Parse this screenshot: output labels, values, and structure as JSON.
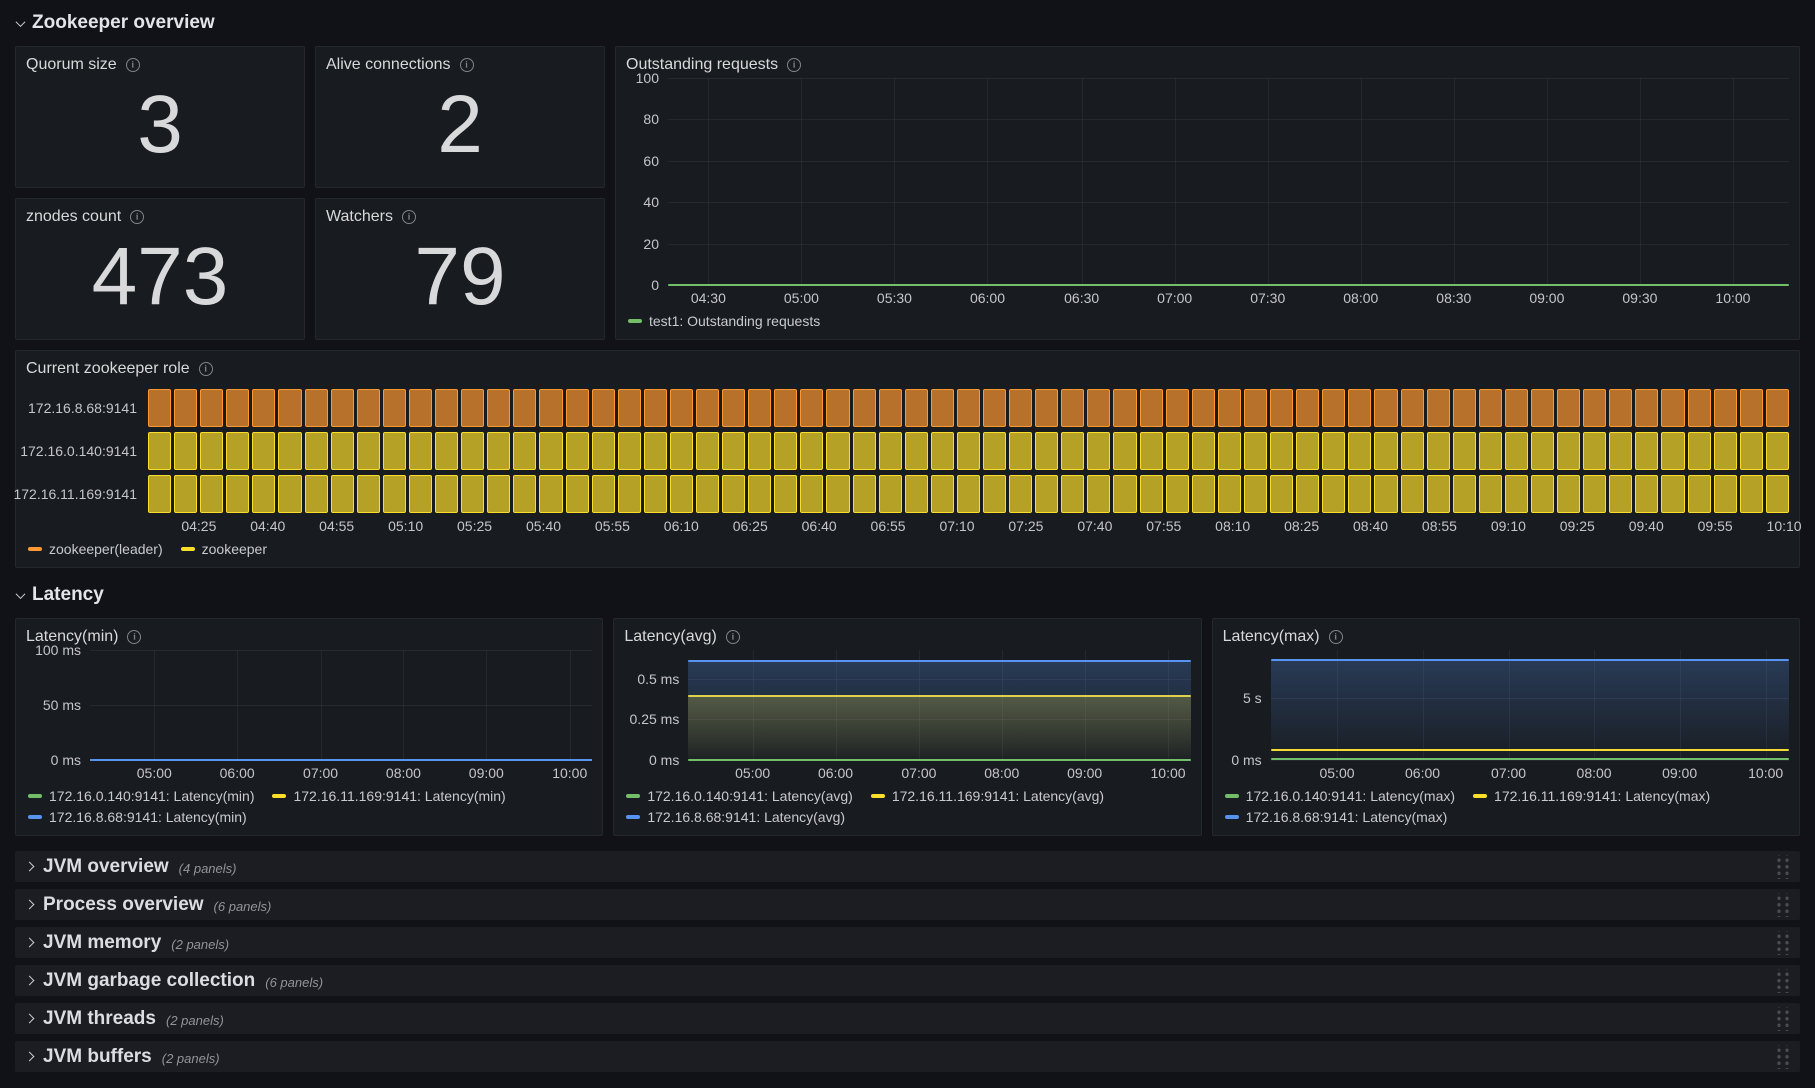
{
  "sections": {
    "zookeeper_overview": {
      "label": "Zookeeper overview"
    },
    "latency": {
      "label": "Latency"
    }
  },
  "colors": {
    "green": "#73BF69",
    "yellow": "#FADE2A",
    "blue": "#5794F2",
    "orange": "#FF9830",
    "panel_bg": "#181b1f",
    "page_bg": "#111217"
  },
  "stats": [
    {
      "title": "Quorum size",
      "value": "3"
    },
    {
      "title": "Alive connections",
      "value": "2"
    },
    {
      "title": "znodes count",
      "value": "473"
    },
    {
      "title": "Watchers",
      "value": "79"
    }
  ],
  "chart_data": [
    {
      "type": "line",
      "title": "Outstanding requests",
      "axis_width": 42,
      "ylim": [
        0,
        100
      ],
      "ylabel": "",
      "grid": true,
      "legend_position": "bottom",
      "y_ticks": [
        {
          "v": 0,
          "label": "0"
        },
        {
          "v": 20,
          "label": "20"
        },
        {
          "v": 40,
          "label": "40"
        },
        {
          "v": 60,
          "label": "60"
        },
        {
          "v": 80,
          "label": "80"
        },
        {
          "v": 100,
          "label": "100"
        }
      ],
      "x_ticks": [
        {
          "frac": 0.036,
          "label": "04:30"
        },
        {
          "frac": 0.119,
          "label": "05:00"
        },
        {
          "frac": 0.202,
          "label": "05:30"
        },
        {
          "frac": 0.285,
          "label": "06:00"
        },
        {
          "frac": 0.369,
          "label": "06:30"
        },
        {
          "frac": 0.452,
          "label": "07:00"
        },
        {
          "frac": 0.535,
          "label": "07:30"
        },
        {
          "frac": 0.618,
          "label": "08:00"
        },
        {
          "frac": 0.701,
          "label": "08:30"
        },
        {
          "frac": 0.784,
          "label": "09:00"
        },
        {
          "frac": 0.867,
          "label": "09:30"
        },
        {
          "frac": 0.95,
          "label": "10:00"
        }
      ],
      "series": [
        {
          "name": "test1: Outstanding requests",
          "color": "#73BF69",
          "value": 0,
          "fill": false
        }
      ],
      "legend": [
        {
          "label": "test1: Outstanding requests",
          "color": "#73BF69"
        }
      ]
    },
    {
      "type": "status-history",
      "title": "Current zookeeper role",
      "label_width": 122,
      "cells_per_row": 63,
      "rows": [
        {
          "label": "172.16.8.68:9141",
          "state": "zookeeper(leader)"
        },
        {
          "label": "172.16.0.140:9141",
          "state": "zookeeper"
        },
        {
          "label": "172.16.11.169:9141",
          "state": "zookeeper"
        }
      ],
      "state_colors": {
        "zookeeper(leader)": "#FF9830",
        "zookeeper": "#FADE2A"
      },
      "x_ticks": [
        {
          "frac": 0.031,
          "label": "04:25"
        },
        {
          "frac": 0.073,
          "label": "04:40"
        },
        {
          "frac": 0.115,
          "label": "04:55"
        },
        {
          "frac": 0.157,
          "label": "05:10"
        },
        {
          "frac": 0.199,
          "label": "05:25"
        },
        {
          "frac": 0.241,
          "label": "05:40"
        },
        {
          "frac": 0.283,
          "label": "05:55"
        },
        {
          "frac": 0.325,
          "label": "06:10"
        },
        {
          "frac": 0.367,
          "label": "06:25"
        },
        {
          "frac": 0.409,
          "label": "06:40"
        },
        {
          "frac": 0.451,
          "label": "06:55"
        },
        {
          "frac": 0.493,
          "label": "07:10"
        },
        {
          "frac": 0.535,
          "label": "07:25"
        },
        {
          "frac": 0.577,
          "label": "07:40"
        },
        {
          "frac": 0.619,
          "label": "07:55"
        },
        {
          "frac": 0.661,
          "label": "08:10"
        },
        {
          "frac": 0.703,
          "label": "08:25"
        },
        {
          "frac": 0.745,
          "label": "08:40"
        },
        {
          "frac": 0.787,
          "label": "08:55"
        },
        {
          "frac": 0.829,
          "label": "09:10"
        },
        {
          "frac": 0.871,
          "label": "09:25"
        },
        {
          "frac": 0.913,
          "label": "09:40"
        },
        {
          "frac": 0.955,
          "label": "09:55"
        },
        {
          "frac": 0.997,
          "label": "10:10"
        }
      ],
      "legend": [
        {
          "label": "zookeeper(leader)",
          "color": "#FF9830"
        },
        {
          "label": "zookeeper",
          "color": "#FADE2A"
        }
      ]
    },
    {
      "type": "line",
      "title": "Latency(min)",
      "axis_width": 64,
      "ylim": [
        0,
        100
      ],
      "grid": true,
      "legend_position": "bottom",
      "y_ticks": [
        {
          "v": 0,
          "label": "0 ms"
        },
        {
          "v": 50,
          "label": "50 ms"
        },
        {
          "v": 100,
          "label": "100 ms"
        }
      ],
      "x_ticks": [
        {
          "frac": 0.128,
          "label": "05:00"
        },
        {
          "frac": 0.293,
          "label": "06:00"
        },
        {
          "frac": 0.459,
          "label": "07:00"
        },
        {
          "frac": 0.624,
          "label": "08:00"
        },
        {
          "frac": 0.789,
          "label": "09:00"
        },
        {
          "frac": 0.955,
          "label": "10:00"
        }
      ],
      "series": [
        {
          "name": "172.16.0.140:9141: Latency(min)",
          "color": "#73BF69",
          "value": 0,
          "fill": false
        },
        {
          "name": "172.16.11.169:9141: Latency(min)",
          "color": "#FADE2A",
          "value": 0,
          "fill": false
        },
        {
          "name": "172.16.8.68:9141: Latency(min)",
          "color": "#5794F2",
          "value": 0,
          "fill": false
        }
      ],
      "legend": [
        {
          "label": "172.16.0.140:9141: Latency(min)",
          "color": "#73BF69"
        },
        {
          "label": "172.16.11.169:9141: Latency(min)",
          "color": "#FADE2A"
        },
        {
          "label": "172.16.8.68:9141: Latency(min)",
          "color": "#5794F2"
        }
      ]
    },
    {
      "type": "line",
      "title": "Latency(avg)",
      "axis_width": 64,
      "ylim": [
        0,
        0.675
      ],
      "grid": true,
      "legend_position": "bottom",
      "y_ticks": [
        {
          "v": 0,
          "label": "0 ms"
        },
        {
          "v": 0.25,
          "label": "0.25 ms"
        },
        {
          "v": 0.5,
          "label": "0.5 ms"
        }
      ],
      "x_ticks": [
        {
          "frac": 0.128,
          "label": "05:00"
        },
        {
          "frac": 0.293,
          "label": "06:00"
        },
        {
          "frac": 0.459,
          "label": "07:00"
        },
        {
          "frac": 0.624,
          "label": "08:00"
        },
        {
          "frac": 0.789,
          "label": "09:00"
        },
        {
          "frac": 0.955,
          "label": "10:00"
        }
      ],
      "series": [
        {
          "name": "172.16.0.140:9141: Latency(avg)",
          "color": "#73BF69",
          "value": 0,
          "fill": false
        },
        {
          "name": "172.16.11.169:9141: Latency(avg)",
          "color": "#FADE2A",
          "value": 0.39,
          "fill": true
        },
        {
          "name": "172.16.8.68:9141: Latency(avg)",
          "color": "#5794F2",
          "value": 0.61,
          "fill": true
        }
      ],
      "legend": [
        {
          "label": "172.16.0.140:9141: Latency(avg)",
          "color": "#73BF69"
        },
        {
          "label": "172.16.11.169:9141: Latency(avg)",
          "color": "#FADE2A"
        },
        {
          "label": "172.16.8.68:9141: Latency(avg)",
          "color": "#5794F2"
        }
      ]
    },
    {
      "type": "line",
      "title": "Latency(max)",
      "axis_width": 48,
      "ylim": [
        0,
        8.8
      ],
      "grid": true,
      "legend_position": "bottom",
      "y_ticks": [
        {
          "v": 0,
          "label": "0 ms"
        },
        {
          "v": 5,
          "label": "5 s"
        }
      ],
      "x_ticks": [
        {
          "frac": 0.128,
          "label": "05:00"
        },
        {
          "frac": 0.293,
          "label": "06:00"
        },
        {
          "frac": 0.459,
          "label": "07:00"
        },
        {
          "frac": 0.624,
          "label": "08:00"
        },
        {
          "frac": 0.789,
          "label": "09:00"
        },
        {
          "frac": 0.955,
          "label": "10:00"
        }
      ],
      "series": [
        {
          "name": "172.16.0.140:9141: Latency(max)",
          "color": "#73BF69",
          "value": 0.06,
          "fill": false
        },
        {
          "name": "172.16.11.169:9141: Latency(max)",
          "color": "#FADE2A",
          "value": 0.8,
          "fill": false
        },
        {
          "name": "172.16.8.68:9141: Latency(max)",
          "color": "#5794F2",
          "value": 8.0,
          "fill": true
        }
      ],
      "legend": [
        {
          "label": "172.16.0.140:9141: Latency(max)",
          "color": "#73BF69"
        },
        {
          "label": "172.16.11.169:9141: Latency(max)",
          "color": "#FADE2A"
        },
        {
          "label": "172.16.8.68:9141: Latency(max)",
          "color": "#5794F2"
        }
      ]
    }
  ],
  "collapsed_rows": [
    {
      "title": "JVM overview",
      "badge": "(4 panels)"
    },
    {
      "title": "Process overview",
      "badge": "(6 panels)"
    },
    {
      "title": "JVM memory",
      "badge": "(2 panels)"
    },
    {
      "title": "JVM garbage collection",
      "badge": "(6 panels)"
    },
    {
      "title": "JVM threads",
      "badge": "(2 panels)"
    },
    {
      "title": "JVM buffers",
      "badge": "(2 panels)"
    }
  ],
  "icons": {
    "panel_info": "info-icon",
    "section_expanded": "chevron-down-icon",
    "row_collapsed": "chevron-right-icon",
    "row_drag": "drag-handle-icon"
  }
}
